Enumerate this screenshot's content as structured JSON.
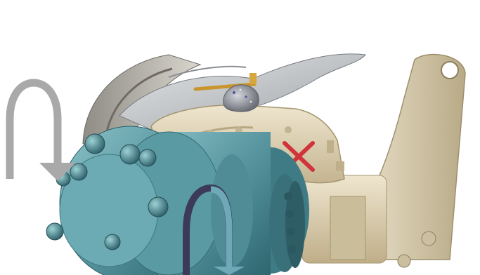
{
  "scene": {
    "subject": "brake-assembly-illustration",
    "marker": {
      "symbol": "×",
      "color": "#d0343a"
    },
    "arrows": [
      {
        "name": "rotation-arrow-grey",
        "color": "#a9a9a9"
      },
      {
        "name": "rotation-arrow-dark",
        "color": "#3c3a58",
        "head_color": "#6fa9b8"
      }
    ],
    "colors": {
      "housing": "#ddd1b4",
      "hub": "#5f9ea6",
      "bracket": "#d8ccb0",
      "disc": "#b9b5ac",
      "cover": "#c9cbce",
      "stone": "#8f9099",
      "rod": "#c9952e"
    }
  }
}
